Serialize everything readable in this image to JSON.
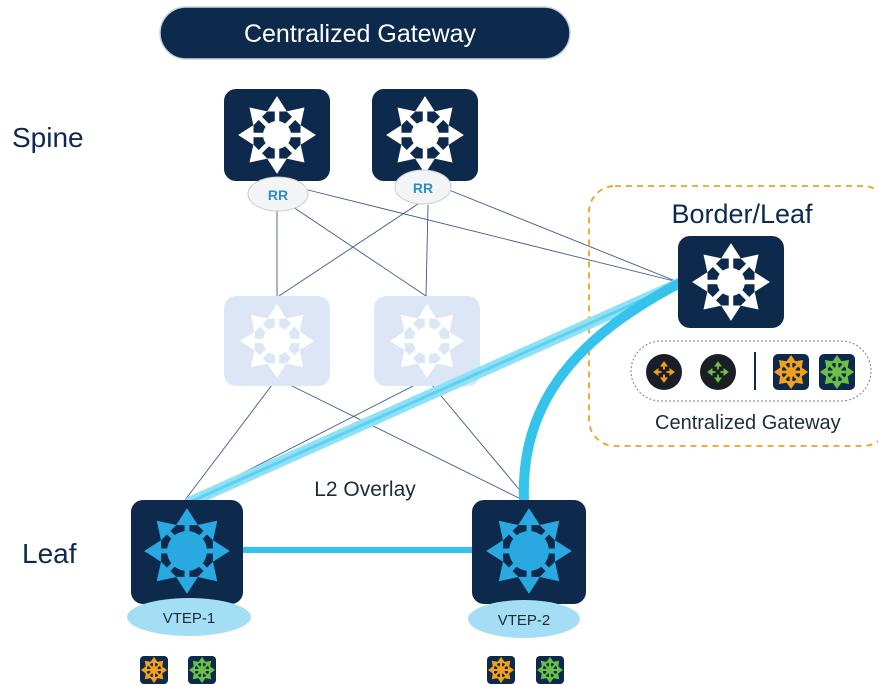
{
  "header": {
    "title": "Centralized Gateway"
  },
  "tiers": {
    "spine": "Spine",
    "leaf": "Leaf"
  },
  "spine_switches": [
    {
      "badge": "RR"
    },
    {
      "badge": "RR"
    }
  ],
  "border_leaf": {
    "title": "Border/Leaf",
    "caption": "Centralized Gateway",
    "gateway_icons": [
      "orange-router-icon",
      "green-router-icon",
      "orange-switch-icon",
      "green-switch-icon"
    ]
  },
  "overlay": {
    "label": "L2 Overlay"
  },
  "leaf_switches": [
    {
      "vtep": "VTEP-1",
      "host_icons": [
        "orange-switch-icon",
        "green-switch-icon"
      ]
    },
    {
      "vtep": "VTEP-2",
      "host_icons": [
        "orange-switch-icon",
        "green-switch-icon"
      ]
    }
  ],
  "colors": {
    "navy": "#0d2a4d",
    "cyan": "#1ea8e0",
    "faded_switch": "#dde6f6",
    "orange": "#f6a01a",
    "green": "#6bbf44",
    "dashed_border": "#f0a020",
    "vtep_fill": "#a4def5"
  }
}
